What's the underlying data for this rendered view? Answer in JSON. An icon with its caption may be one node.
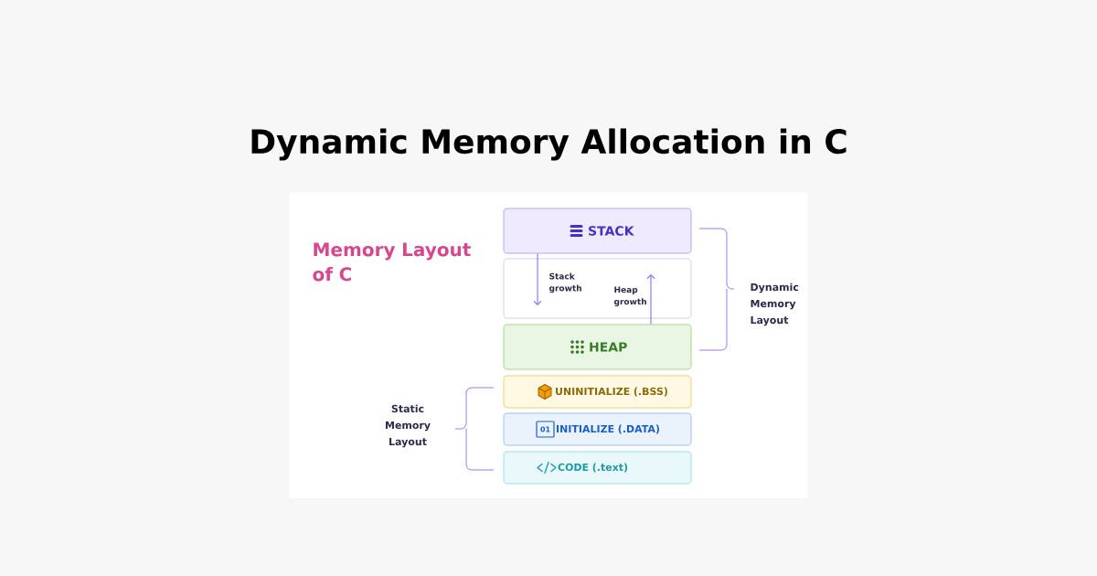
{
  "diagram": {
    "title": "Dynamic Memory Allocation in C",
    "nodes": [
      {
        "text": [
          "STACK"
        ]
      },
      {
        "text": [
          "Stack growth",
          "Heap growth"
        ]
      },
      {
        "text": [
          "HEAP"
        ]
      },
      {
        "text": [
          "UNINITIALIZE (.BSS)"
        ]
      },
      {
        "text": [
          "INITIALIZE (.DATA)"
        ]
      },
      {
        "text": [
          "CODE (.text)"
        ]
      }
    ],
    "edges": [
      {
        "from": 0,
        "to": 1,
        "arrow": "to"
      },
      {
        "from": 2,
        "to": 1,
        "arrow": "to"
      }
    ],
    "labels": [
      "Memory Layout of C",
      "Dynamic Memory Layout",
      "Static Memory Layout",
      "01"
    ]
  }
}
